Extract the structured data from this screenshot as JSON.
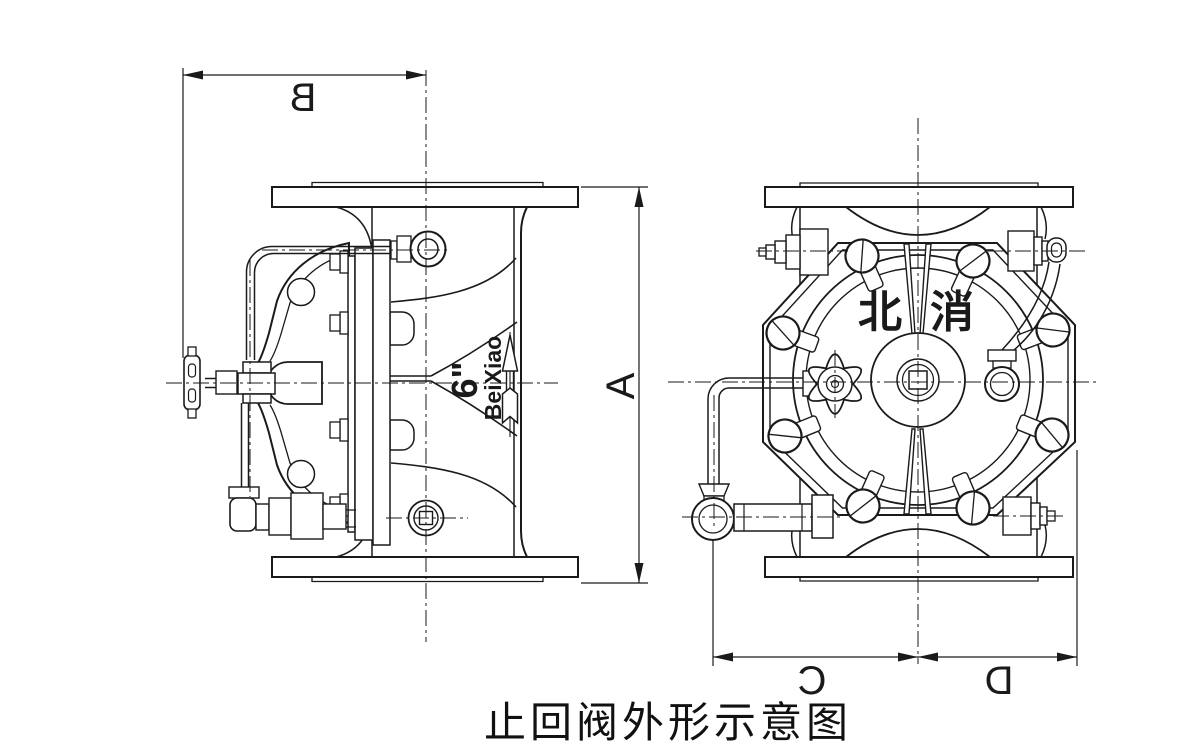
{
  "caption": "止回阀外形示意图",
  "dimension_labels": {
    "a": "A",
    "b": "B",
    "c": "C",
    "d": "D"
  },
  "markings": {
    "size_label": "6\"",
    "brand_label": "BeiXiao",
    "brand_char_left": "北",
    "brand_char_right": "消"
  },
  "colors": {
    "line": "#1a1a1a",
    "background": "#ffffff"
  }
}
